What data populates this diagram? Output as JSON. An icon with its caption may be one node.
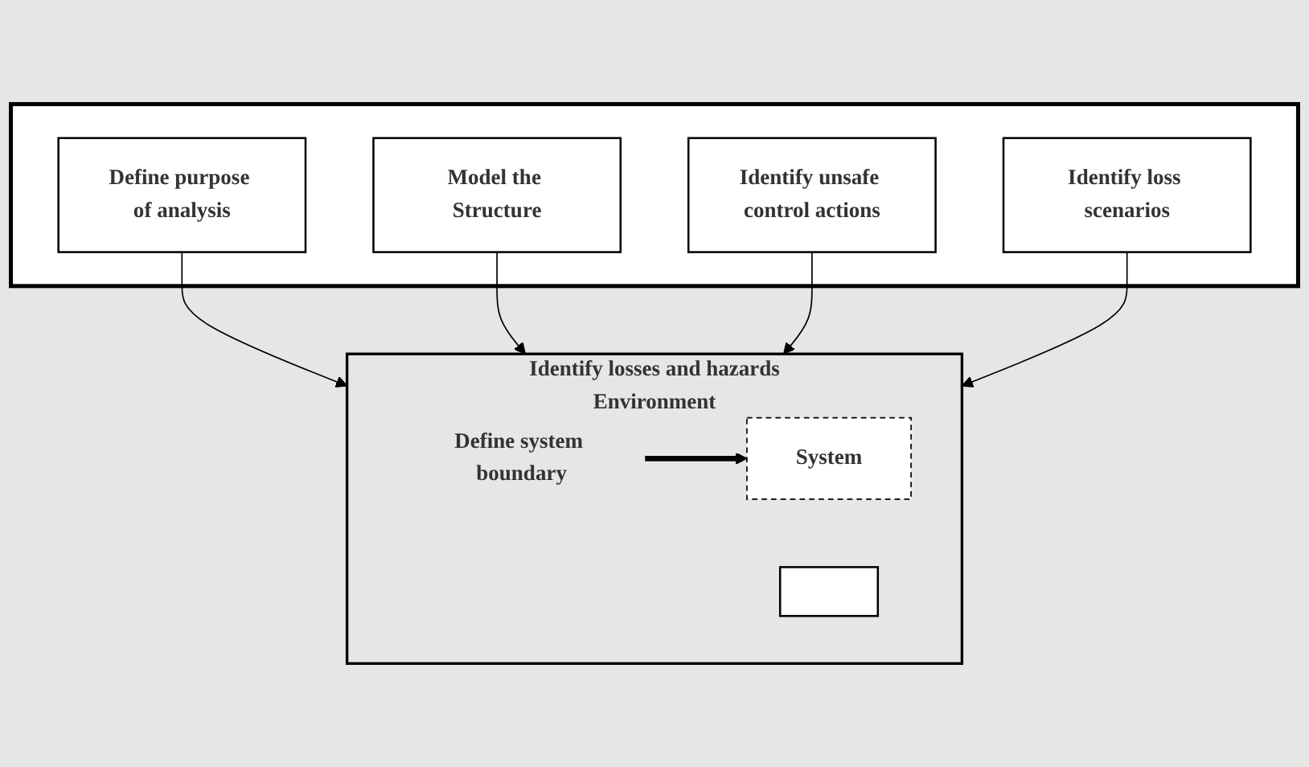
{
  "diagram": {
    "nodes": [
      {
        "text": [],
        "shape": "box"
      },
      {
        "text": [
          "Define purpose of analysis"
        ],
        "in": 0
      },
      {
        "text": [
          "Model the Structure"
        ],
        "in": 0
      },
      {
        "text": [
          "Identify unsafe control actions"
        ],
        "in": 0
      },
      {
        "text": [
          "Identify loss scenarios"
        ],
        "in": 0
      },
      {
        "text": [
          "Identify losses and hazards",
          "Environment"
        ]
      },
      {
        "text": [
          "Define system boundary"
        ],
        "in": 5
      },
      {
        "text": [
          "System"
        ],
        "in": 5
      },
      {
        "text": [],
        "shape": "box",
        "in": 5
      }
    ],
    "edges": [
      {
        "from": 1,
        "to": 5,
        "arrow": "to"
      },
      {
        "from": 2,
        "to": 5,
        "arrow": "to"
      },
      {
        "from": 3,
        "to": 5,
        "arrow": "to"
      },
      {
        "from": 4,
        "to": 5,
        "arrow": "to"
      },
      {
        "from": 6,
        "to": 7,
        "arrow": "to",
        "style": "thick"
      }
    ]
  }
}
